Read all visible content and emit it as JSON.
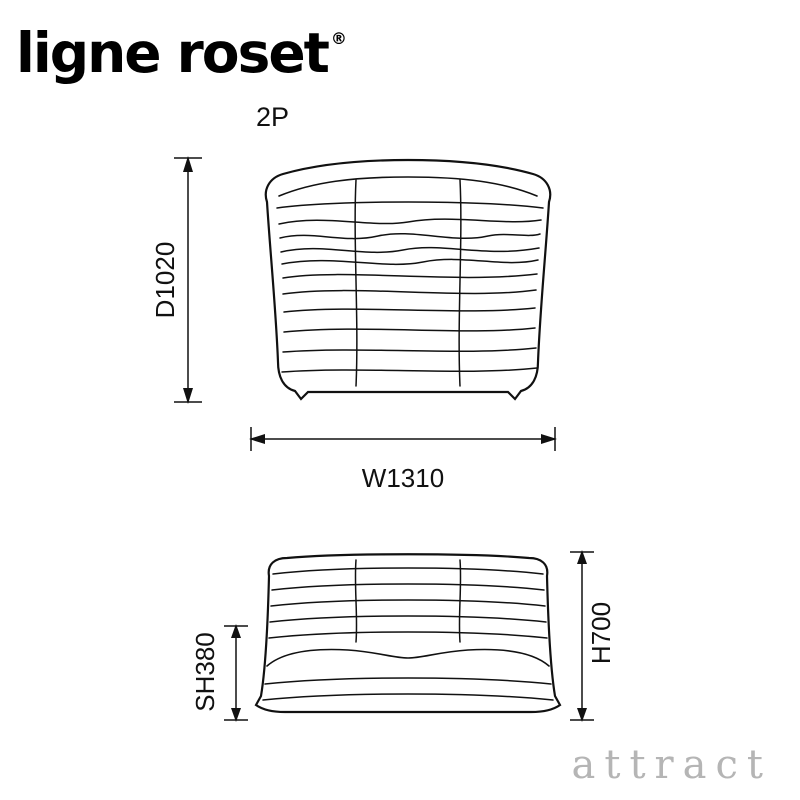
{
  "brand": {
    "logo_text": "ligne roset",
    "registered_mark": "®"
  },
  "diagram": {
    "product_label": "2P",
    "views": {
      "top_view": "sofa-plan-view",
      "front_view": "sofa-front-view"
    },
    "dimensions": {
      "depth": "D1020",
      "width": "W1310",
      "seat_height": "SH380",
      "height": "H700"
    }
  },
  "watermark": "attract",
  "colors": {
    "line": "#111111",
    "watermark": "#b5b5b5",
    "background": "#ffffff"
  }
}
